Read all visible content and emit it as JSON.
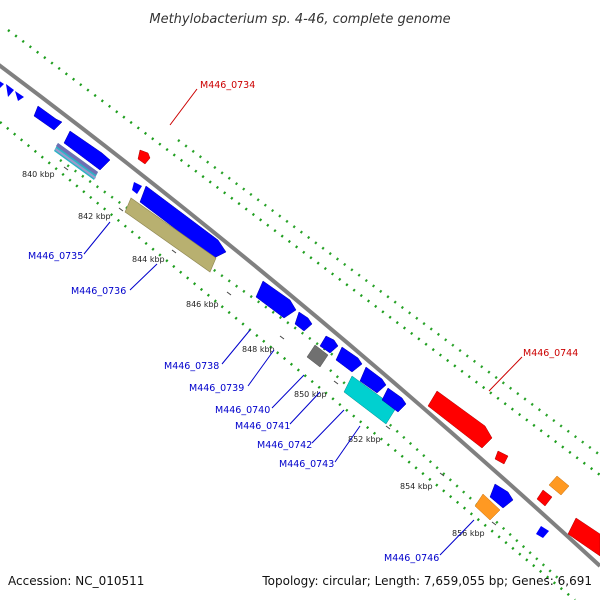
{
  "title": "Methylobacterium sp. 4-46, complete genome",
  "accession": "Accession: NC_010511",
  "summary": "Topology: circular; Length: 7,659,055 bp; Genes: 6,691",
  "colors": {
    "backbone": "#808080",
    "forward_gene": "#0000ff",
    "reverse_gene": "#ff0000",
    "rna_gene": "#00d0d0",
    "pseudo_gene": "#b8b070",
    "other_gene": "#ff9922",
    "grey_gene": "#707070",
    "gc_dots": "#1e9e1e",
    "label_forward": "#0000cc",
    "label_reverse": "#cc0000"
  },
  "ticks": [
    "840 kbp",
    "842 kbp",
    "844 kbp",
    "846 kbp",
    "848 kbp",
    "850 kbp",
    "852 kbp",
    "854 kbp",
    "856 kbp"
  ],
  "gene_labels": {
    "M446_0734": "M446_0734",
    "M446_0735": "M446_0735",
    "M446_0736": "M446_0736",
    "M446_0738": "M446_0738",
    "M446_0739": "M446_0739",
    "M446_0740": "M446_0740",
    "M446_0741": "M446_0741",
    "M446_0742": "M446_0742",
    "M446_0743": "M446_0743",
    "M446_0744": "M446_0744",
    "M446_0746": "M446_0746"
  }
}
